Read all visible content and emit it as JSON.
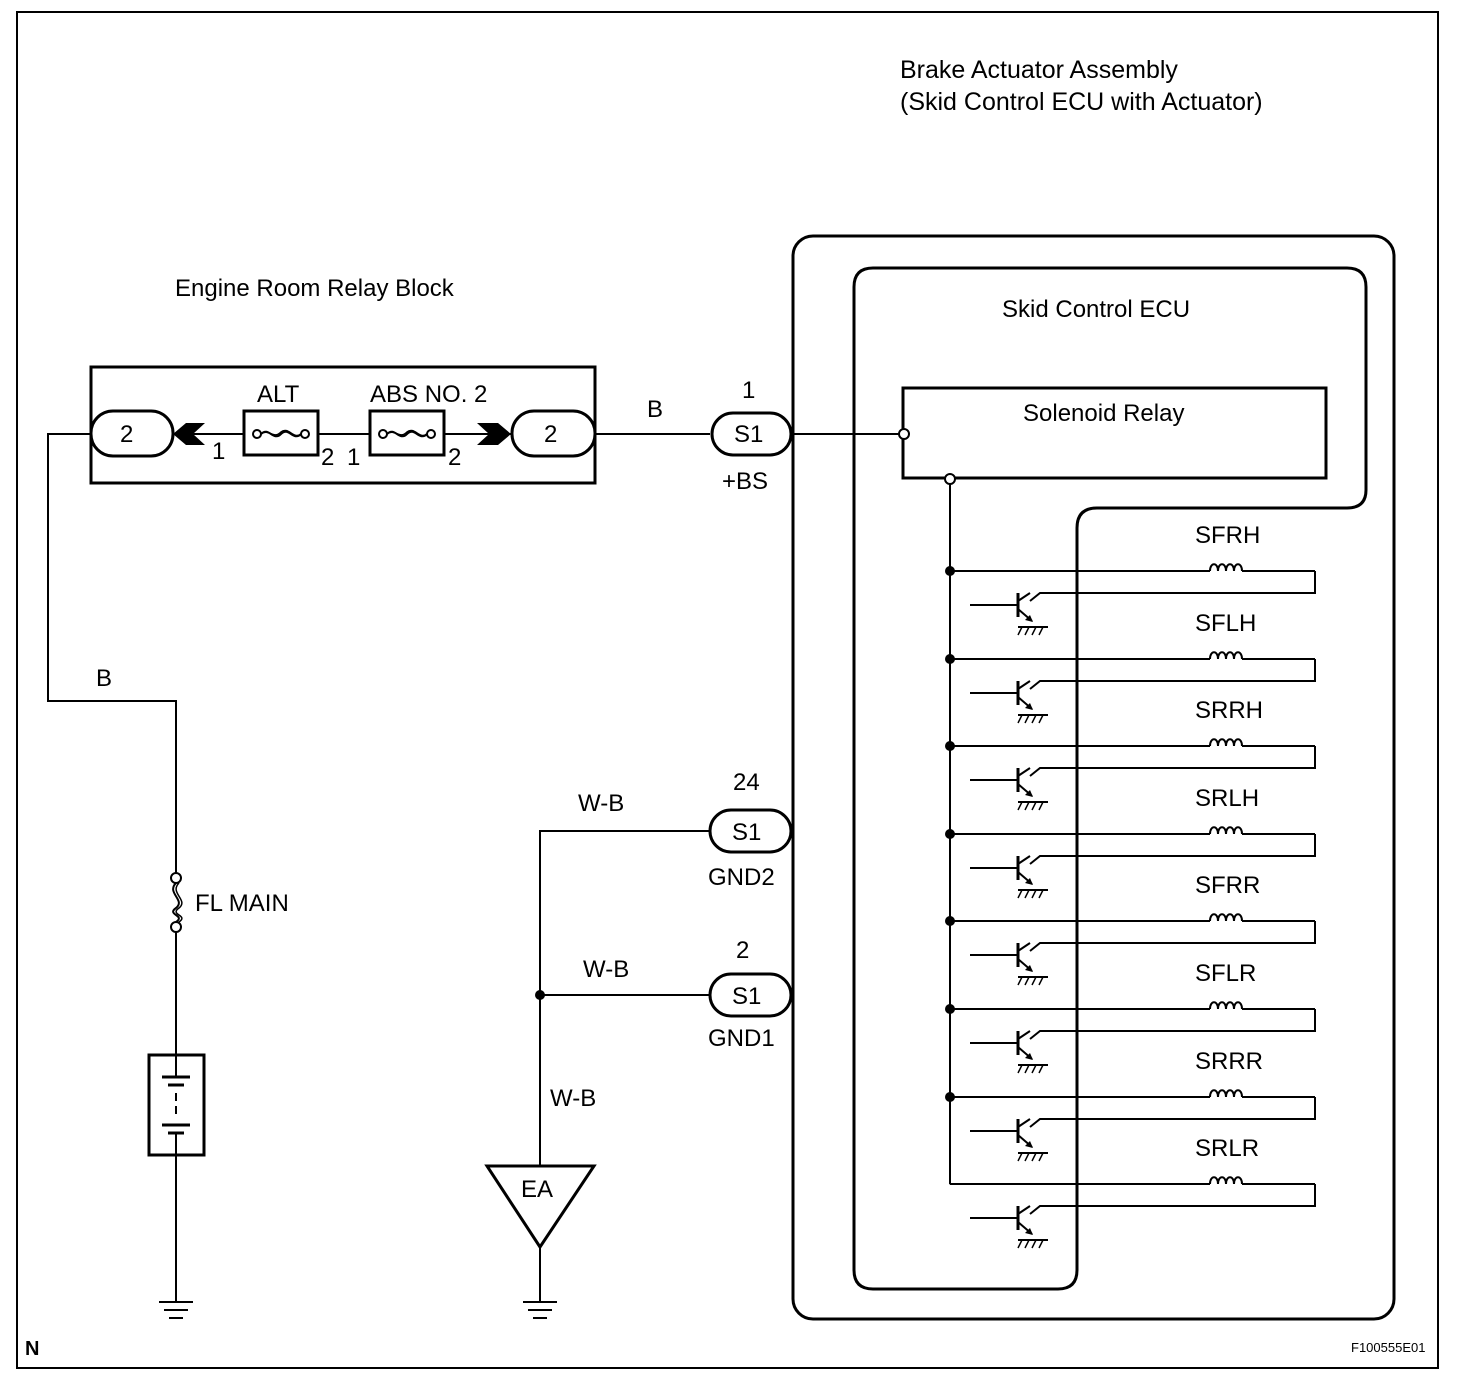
{
  "corner_letter": "N",
  "figure_id": "F100555E01",
  "brake_actuator": {
    "title_line1": "Brake Actuator Assembly",
    "title_line2": "(Skid Control ECU with Actuator)"
  },
  "skid_ecu": {
    "title": "Skid Control ECU"
  },
  "solenoid_relay": {
    "label": "Solenoid Relay"
  },
  "relay_block": {
    "title": "Engine Room Relay Block",
    "left_connector": "2",
    "right_connector": "2",
    "alt_fuse": {
      "label": "ALT",
      "pin_in": "1",
      "pin_out": "2"
    },
    "abs_fuse": {
      "label": "ABS NO. 2",
      "pin_in": "1",
      "pin_out": "2"
    }
  },
  "wires": {
    "relay_to_bs": "B",
    "battery_feed": "B",
    "gnd2": "W-B",
    "gnd1": "W-B",
    "ground_ea": "W-B"
  },
  "connectors": {
    "bs": {
      "pin": "1",
      "name": "S1",
      "terminal": "+BS"
    },
    "gnd2": {
      "pin": "24",
      "name": "S1",
      "terminal": "GND2"
    },
    "gnd1": {
      "pin": "2",
      "name": "S1",
      "terminal": "GND1"
    }
  },
  "fl_main": {
    "label": "FL MAIN"
  },
  "ground_point": {
    "label": "EA"
  },
  "solenoids": [
    "SFRH",
    "SFLH",
    "SRRH",
    "SRLH",
    "SFRR",
    "SFLR",
    "SRRR",
    "SRLR"
  ]
}
